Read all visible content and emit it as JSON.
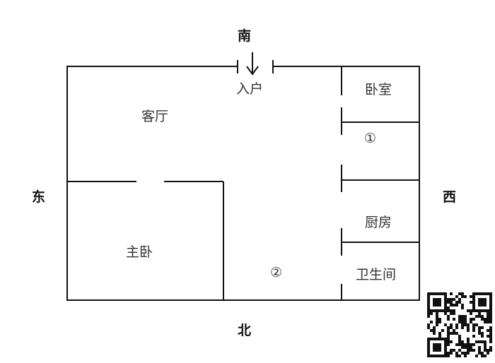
{
  "directions": {
    "south": "南",
    "north": "北",
    "east": "东",
    "west": "西"
  },
  "rooms": {
    "entrance": "入户",
    "living_room": "客厅",
    "bedroom": "卧室",
    "area_1": "①",
    "kitchen": "厨房",
    "master_bedroom": "主卧",
    "area_2": "②",
    "bathroom": "卫生间"
  }
}
